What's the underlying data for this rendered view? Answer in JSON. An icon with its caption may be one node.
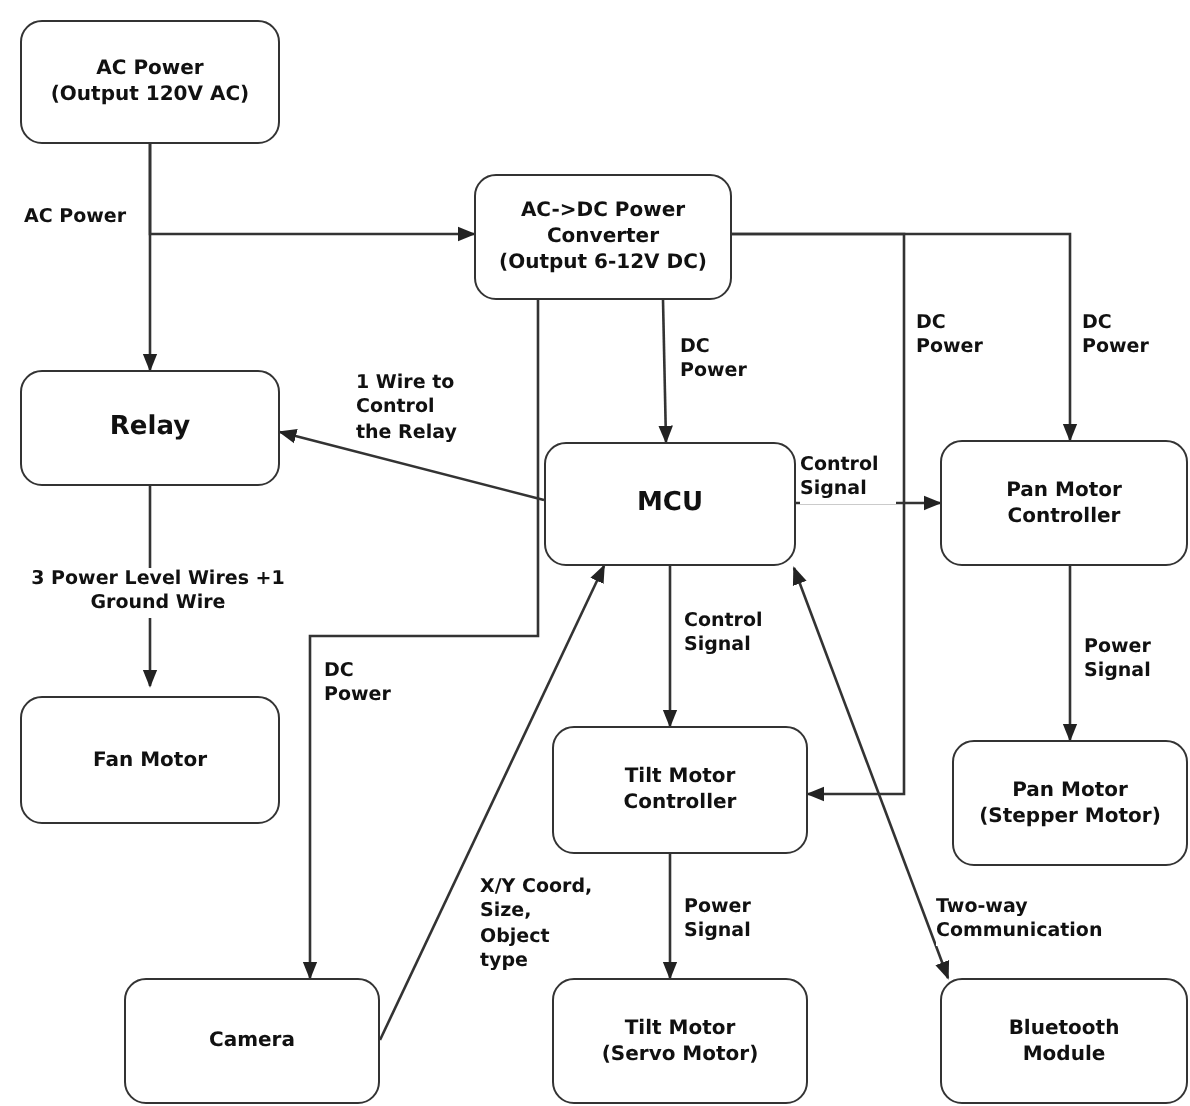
{
  "diagram": {
    "nodes": [
      {
        "text": [
          "AC Power",
          "(Output 120V AC)"
        ]
      },
      {
        "text": [
          "AC->DC Power Converter",
          "(Output 6-12V DC)"
        ]
      },
      {
        "text": [
          "Relay"
        ]
      },
      {
        "text": [
          "MCU"
        ]
      },
      {
        "text": [
          "Pan Motor Controller"
        ]
      },
      {
        "text": [
          "Fan Motor"
        ]
      },
      {
        "text": [
          "Tilt Motor Controller"
        ]
      },
      {
        "text": [
          "Pan Motor",
          "(Stepper Motor)"
        ]
      },
      {
        "text": [
          "Camera"
        ]
      },
      {
        "text": [
          "Tilt Motor",
          "(Servo Motor)"
        ]
      },
      {
        "text": [
          "Bluetooth Module"
        ]
      }
    ],
    "edges": [
      {
        "from": 0,
        "to": 2,
        "arrow": "to"
      },
      {
        "from": 0,
        "to": 1,
        "arrow": "to",
        "label": "AC Power"
      },
      {
        "from": 1,
        "to": 3,
        "arrow": "to",
        "label": "DC Power"
      },
      {
        "from": 1,
        "to": 4,
        "arrow": "to",
        "label": "DC Power"
      },
      {
        "from": 1,
        "to": 6,
        "arrow": "to",
        "label": "DC Power"
      },
      {
        "from": 1,
        "to": 8,
        "arrow": "to",
        "label": "DC Power"
      },
      {
        "from": 3,
        "to": 2,
        "arrow": "to",
        "label": "1 Wire to Control the Relay"
      },
      {
        "from": 2,
        "to": 5,
        "arrow": "to",
        "label": "3 Power Level Wires +1 Ground Wire"
      },
      {
        "from": 3,
        "to": 4,
        "arrow": "to",
        "label": "Control Signal"
      },
      {
        "from": 3,
        "to": 6,
        "arrow": "to",
        "label": "Control Signal"
      },
      {
        "from": 8,
        "to": 3,
        "arrow": "to",
        "label": "X/Y Coord, Size, Object type"
      },
      {
        "from": 3,
        "to": 10,
        "arrow": "both",
        "label": "Two-way Communication"
      },
      {
        "from": 4,
        "to": 7,
        "arrow": "to",
        "label": "Power Signal"
      },
      {
        "from": 6,
        "to": 9,
        "arrow": "to",
        "label": "Power Signal"
      }
    ]
  }
}
